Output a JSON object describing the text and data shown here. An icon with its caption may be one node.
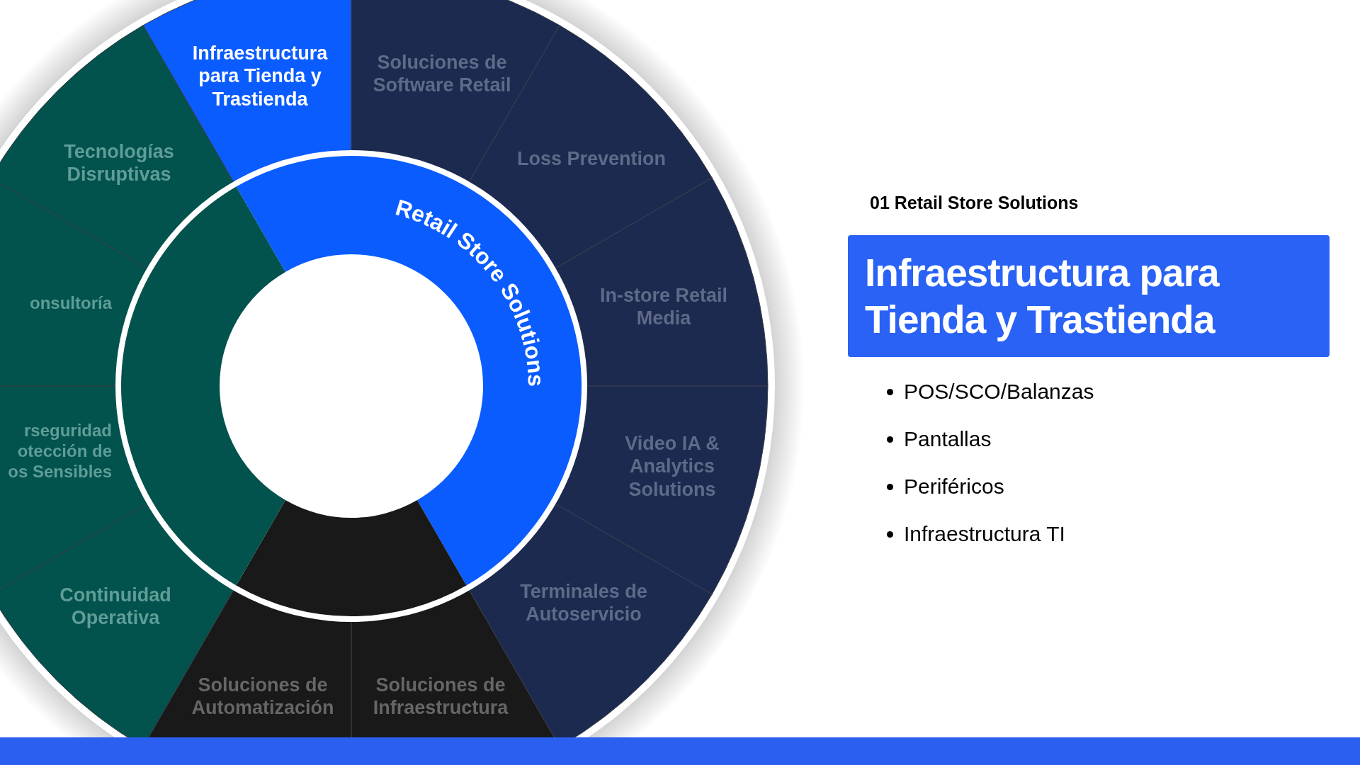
{
  "diagram": {
    "title": "Infraestructura para Tienda y Trastienda",
    "nodes": [
      {
        "text": [
          "Infraestructura para Tienda y Trastienda"
        ]
      },
      {
        "text": [
          "Soluciones de Software Retail"
        ]
      },
      {
        "text": [
          "Loss Prevention"
        ]
      },
      {
        "text": [
          "In-store Retail Media"
        ]
      },
      {
        "text": [
          "Video IA & Analytics Solutions"
        ]
      },
      {
        "text": [
          "Terminales de Autoservicio"
        ]
      },
      {
        "text": [
          "Soluciones de Infraestructura"
        ]
      },
      {
        "text": [
          "Soluciones de Automatización"
        ]
      },
      {
        "text": [
          "Continuidad Operativa"
        ]
      },
      {
        "text": [
          "rseguridad otección de os Sensibles"
        ]
      },
      {
        "text": [
          "onsultoría"
        ]
      },
      {
        "text": [
          "Tecnologías Disruptivas"
        ]
      },
      {
        "text": [
          "Retail Store Solutions"
        ]
      },
      {
        "text": [],
        "shape": "band"
      },
      {
        "text": [],
        "shape": "band"
      }
    ],
    "labels": [
      "01 Retail Store Solutions",
      "POS/SCO/Balanzas",
      "Pantallas",
      "Periféricos",
      "Infraestructura TI"
    ]
  }
}
